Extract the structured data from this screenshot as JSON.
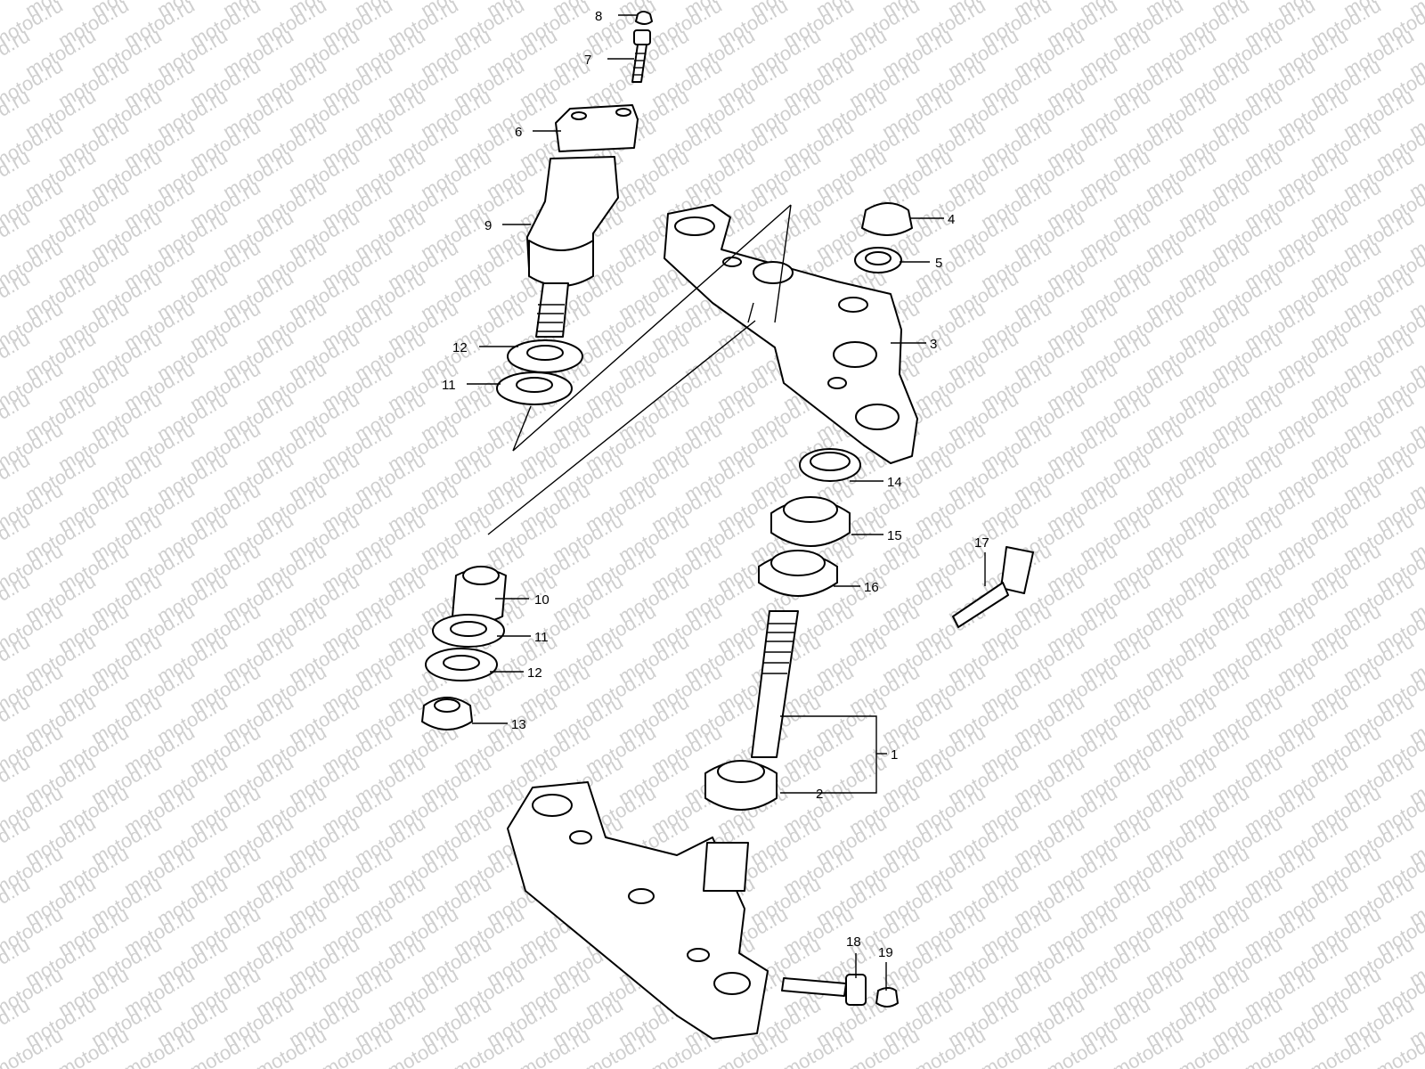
{
  "watermark": {
    "text": "motod.ru",
    "color": "#cfcfcf"
  },
  "callouts": [
    "1",
    "2",
    "3",
    "4",
    "5",
    "6",
    "7",
    "8",
    "9",
    "10",
    "11",
    "11",
    "12",
    "12",
    "13",
    "14",
    "15",
    "16",
    "17",
    "18",
    "19"
  ],
  "colors": {
    "line": "#000000",
    "background": "#ffffff"
  }
}
